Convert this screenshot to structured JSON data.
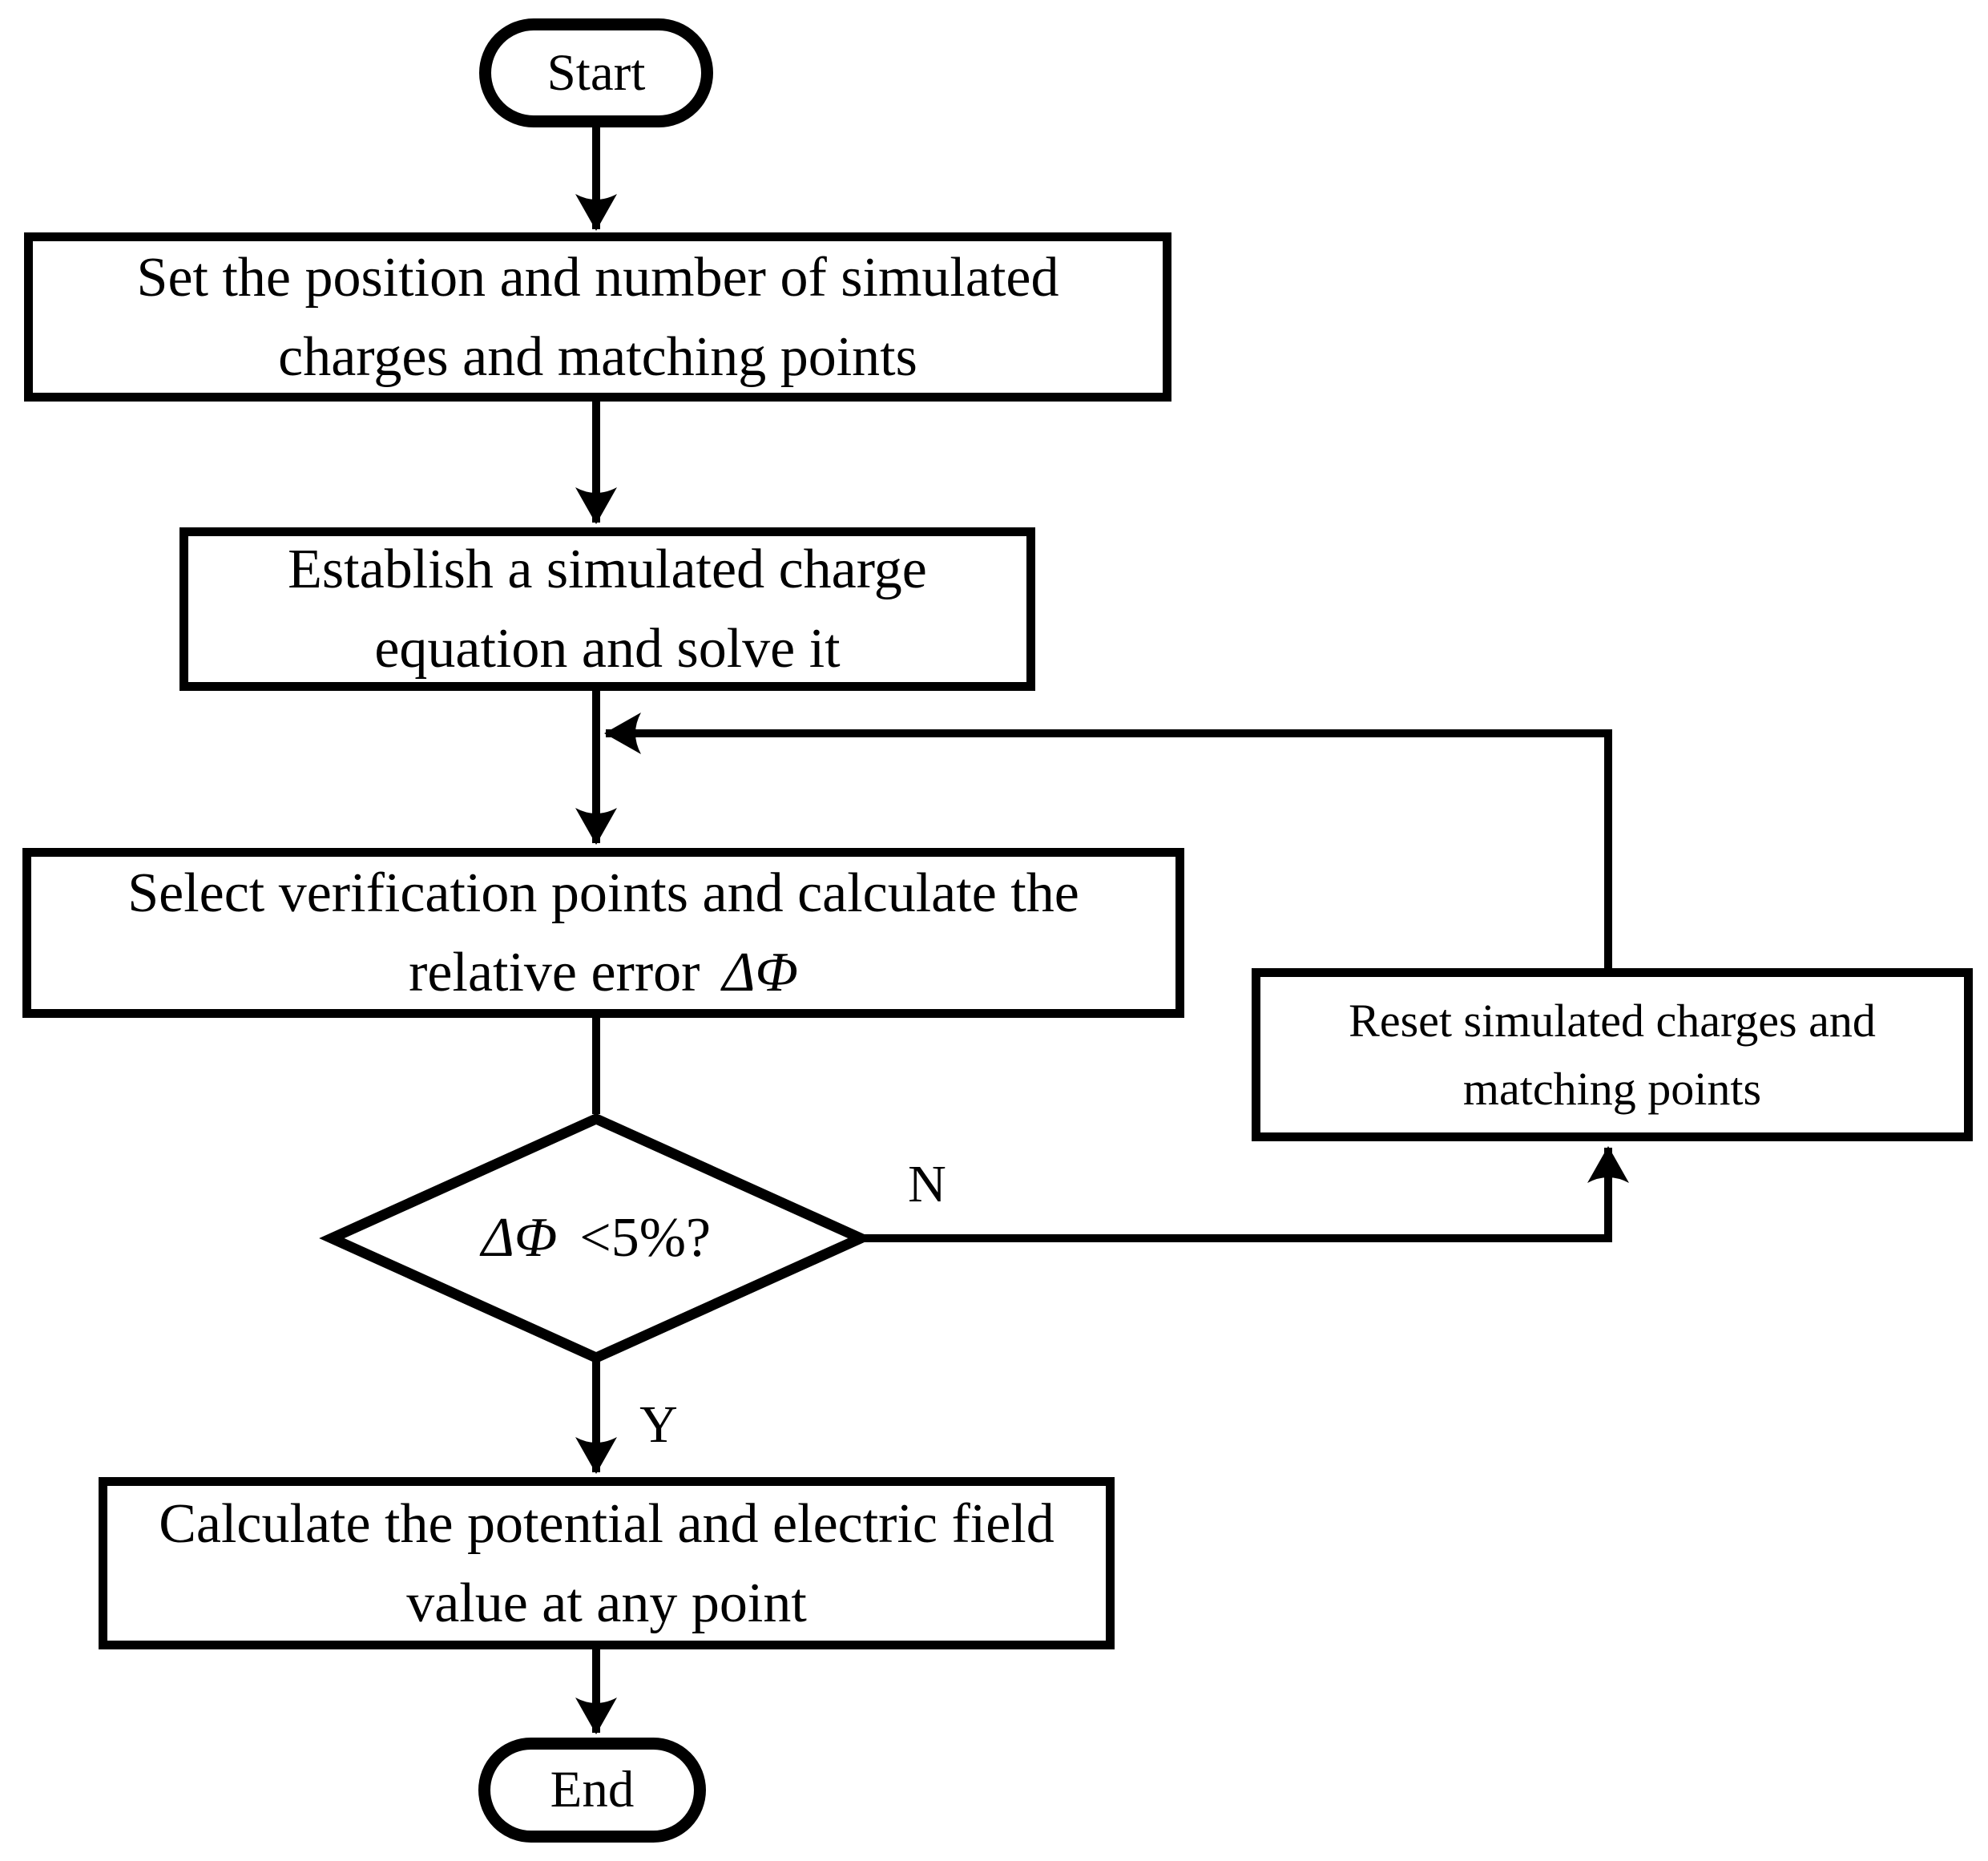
{
  "canvas": {
    "background": "#ffffff",
    "ink": "#000000"
  },
  "nodes": {
    "start": {
      "label": "Start"
    },
    "set_position": {
      "line1": "Set the position and number of simulated",
      "line2": "charges and matching points"
    },
    "establish": {
      "line1": "Establish a simulated charge",
      "line2": "equation and solve it"
    },
    "select_verification": {
      "line1": "Select verification points and calculate the",
      "line2_text": "relative error",
      "line2_symbol": "ΔΦ"
    },
    "decision": {
      "symbol": "ΔΦ",
      "condition": "<5%?"
    },
    "reset": {
      "line1": "Reset simulated charges and",
      "line2": "matching points"
    },
    "calculate": {
      "line1": "Calculate the potential and electric field",
      "line2": "value at any point"
    },
    "end": {
      "label": "End"
    }
  },
  "edges": {
    "no_label": "N",
    "yes_label": "Y"
  }
}
